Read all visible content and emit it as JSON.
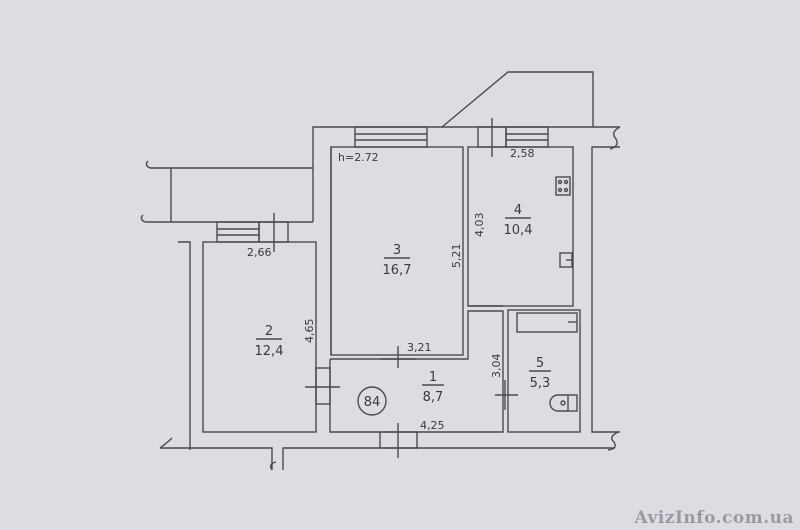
{
  "plan": {
    "ceiling_height": "h=2.72",
    "apartment_number": "84",
    "rooms": [
      {
        "number": "1",
        "area": "8,7"
      },
      {
        "number": "2",
        "area": "12,4"
      },
      {
        "number": "3",
        "area": "16,7"
      },
      {
        "number": "4",
        "area": "10,4"
      },
      {
        "number": "5",
        "area": "5,3"
      }
    ],
    "dimensions": {
      "room1_width": "4,25",
      "room1_depth": "3,04",
      "room2_width": "2,66",
      "room2_depth": "4,65",
      "room3_width": "3,21",
      "room3_depth": "5,21",
      "room4_width": "2,58",
      "room4_depth": "4,03"
    }
  },
  "watermark": "AvizInfo.com.ua"
}
